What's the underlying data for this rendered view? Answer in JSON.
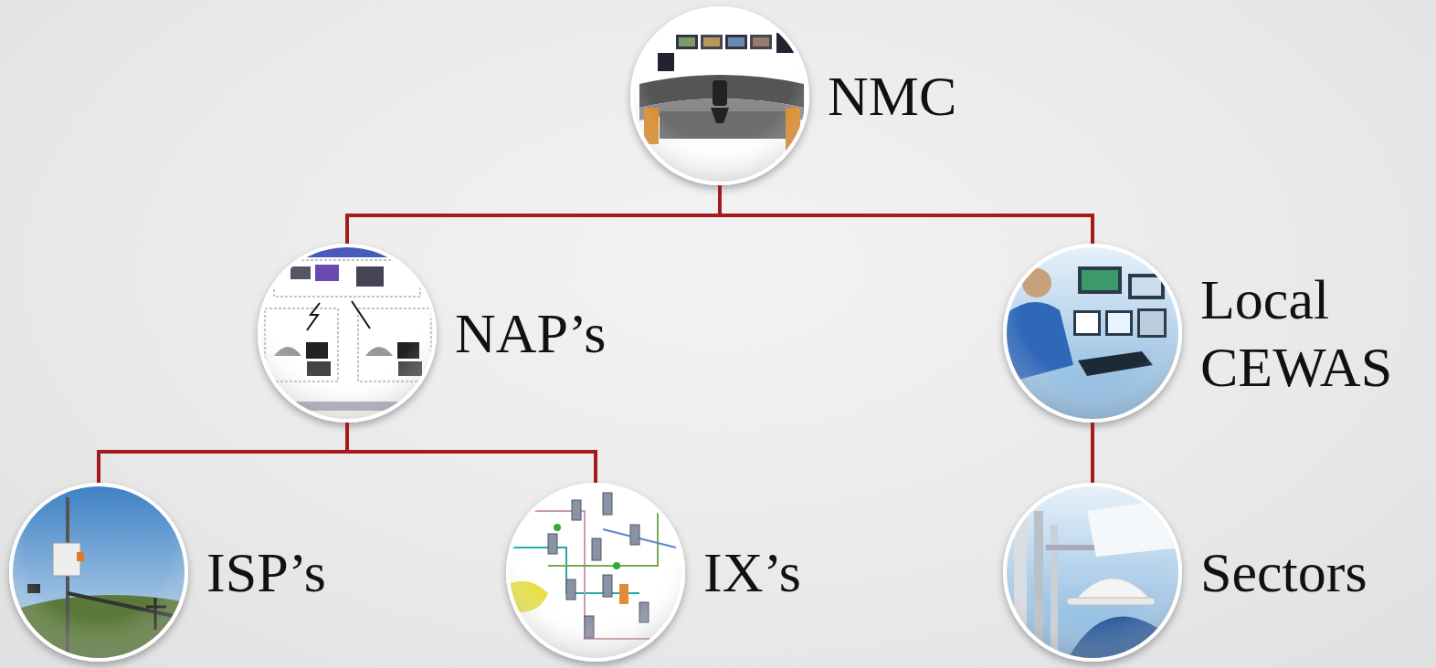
{
  "diagram": {
    "nodes": [
      {
        "text": [
          "NMC"
        ]
      },
      {
        "text": [
          "NAP’s"
        ]
      },
      {
        "text": [
          "Local CEWAS"
        ]
      },
      {
        "text": [
          "ISP’s"
        ]
      },
      {
        "text": [
          "IX’s"
        ]
      },
      {
        "text": [
          "Sectors"
        ]
      }
    ],
    "edges": [
      {
        "from": 0,
        "to": 1,
        "arrow": "none"
      },
      {
        "from": 0,
        "to": 2,
        "arrow": "none"
      },
      {
        "from": 1,
        "to": 3,
        "arrow": "none"
      },
      {
        "from": 1,
        "to": 4,
        "arrow": "none"
      },
      {
        "from": 2,
        "to": 5,
        "arrow": "none"
      }
    ]
  }
}
